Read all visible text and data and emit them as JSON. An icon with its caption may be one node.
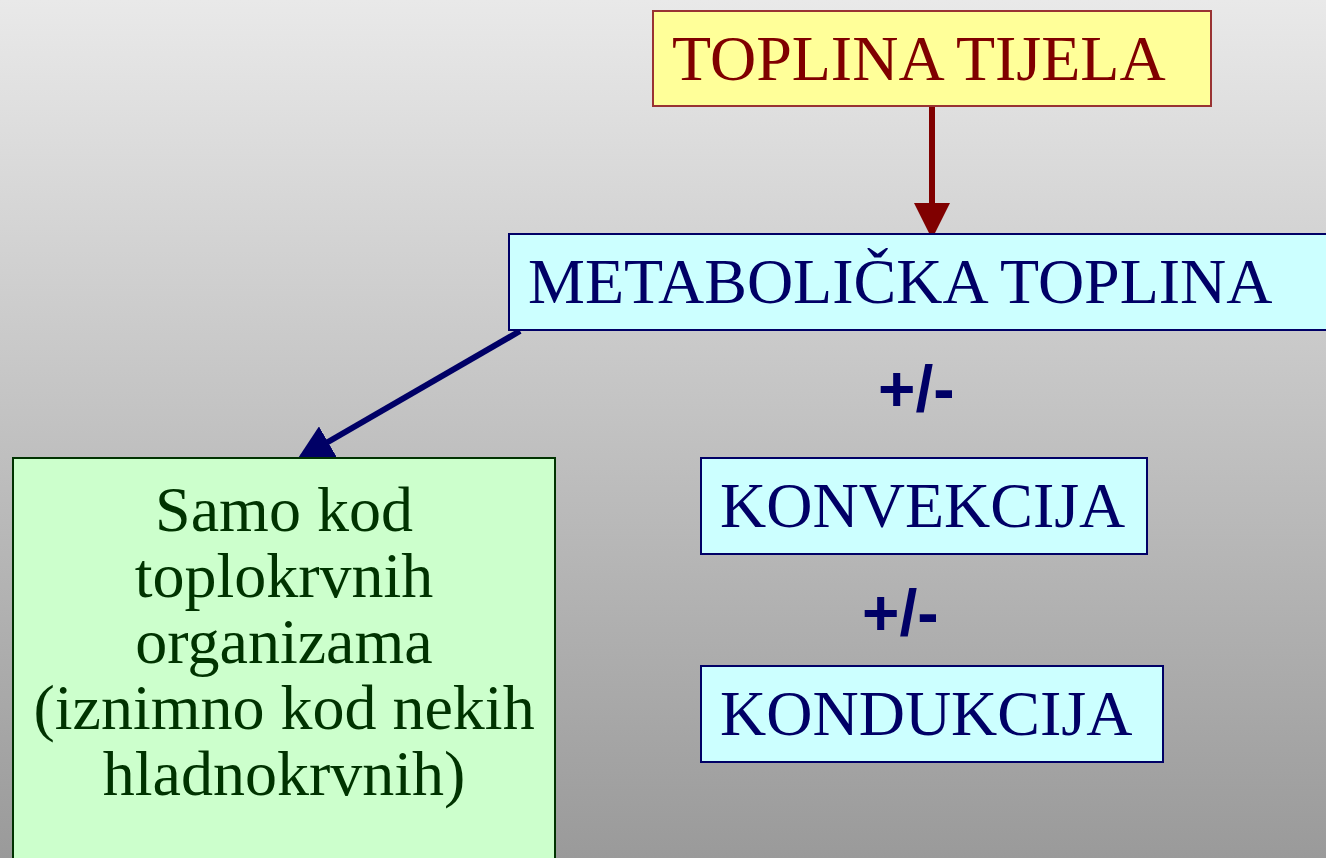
{
  "diagram": {
    "nodes": [
      {
        "text": [
          "TOPLINA TIJELA"
        ]
      },
      {
        "text": [
          "METABOLIČKA TOPLINA"
        ]
      },
      {
        "text": [
          "Samo kod toplokrvnih organizama (iznimno kod nekih hladnokrvnih)"
        ]
      },
      {
        "text": [
          "KONVEKCIJA"
        ]
      },
      {
        "text": [
          "KONDUKCIJA"
        ]
      }
    ],
    "edges": [
      {
        "from": 0,
        "to": 1,
        "arrow": "to",
        "color": "#800000"
      },
      {
        "from": 1,
        "to": 2,
        "arrow": "to",
        "color": "#000066"
      }
    ],
    "labels": [
      "+/-",
      "+/-"
    ]
  }
}
